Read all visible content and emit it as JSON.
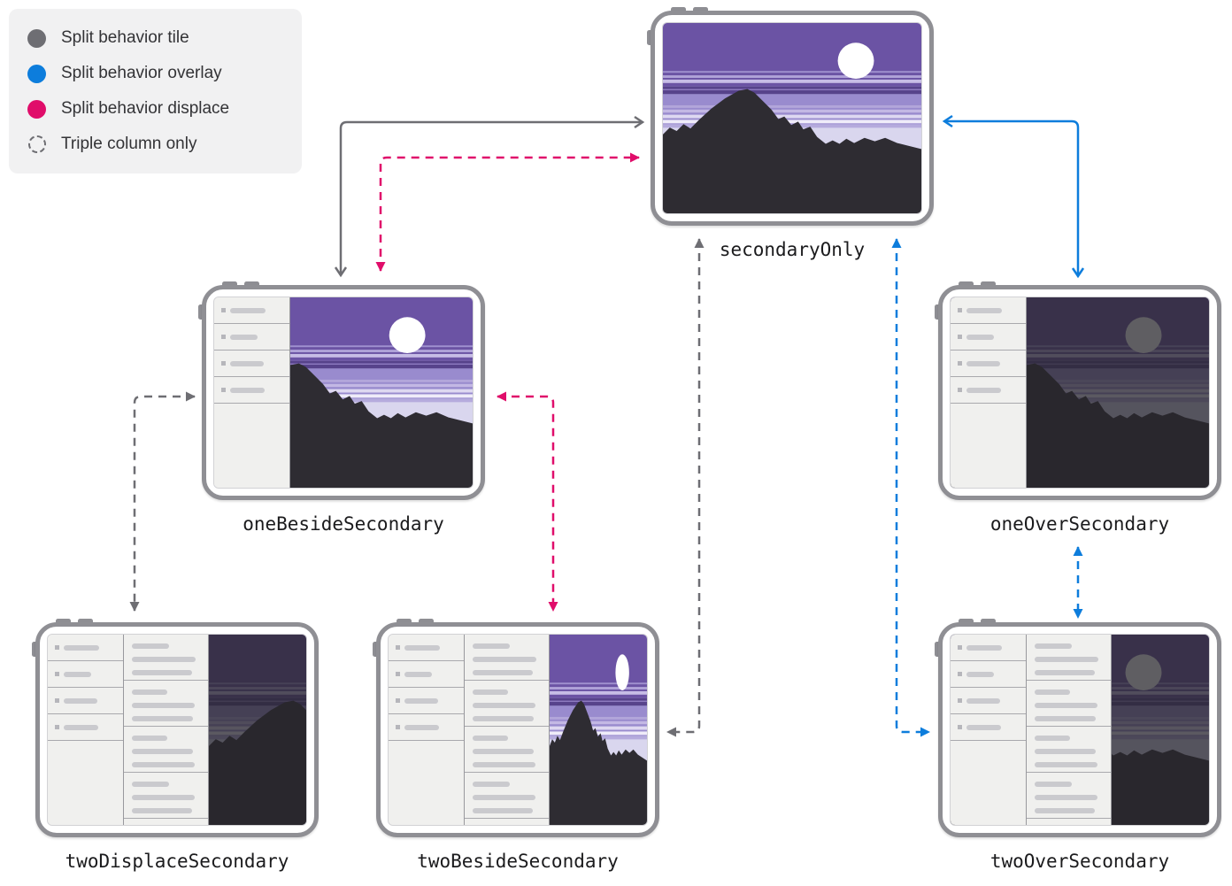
{
  "legend": {
    "items": [
      {
        "label": "Split behavior tile",
        "marker": "filled-circle",
        "color": "#6e6e73"
      },
      {
        "label": "Split behavior overlay",
        "marker": "filled-circle",
        "color": "#0d7ddc"
      },
      {
        "label": "Split behavior displace",
        "marker": "filled-circle",
        "color": "#e00d6a"
      },
      {
        "label": "Triple column only",
        "marker": "dashed-circle",
        "color": "#6e6e73"
      }
    ]
  },
  "devices": [
    {
      "id": "secondaryOnly",
      "label": "secondaryOnly",
      "columns": [],
      "secondary_image": "mountain artwork, full screen, bright"
    },
    {
      "id": "oneBesideSecondary",
      "label": "oneBesideSecondary",
      "columns": [
        "primary"
      ],
      "secondary_image": "mountain artwork beside one sidebar, bright"
    },
    {
      "id": "oneOverSecondary",
      "label": "oneOverSecondary",
      "columns": [
        "primary"
      ],
      "secondary_image": "mountain artwork dimmed under overlaying sidebar"
    },
    {
      "id": "twoDisplaceSecondary",
      "label": "twoDisplaceSecondary",
      "columns": [
        "primary",
        "supplementary"
      ],
      "secondary_image": "mountain artwork dimmed and displaced to the right"
    },
    {
      "id": "twoBesideSecondary",
      "label": "twoBesideSecondary",
      "columns": [
        "primary",
        "supplementary"
      ],
      "secondary_image": "mountain artwork squeezed beside two sidebars, bright"
    },
    {
      "id": "twoOverSecondary",
      "label": "twoOverSecondary",
      "columns": [
        "primary",
        "supplementary"
      ],
      "secondary_image": "mountain artwork dimmed under two overlaying sidebars"
    }
  ],
  "connections": [
    {
      "from": "oneBesideSecondary",
      "to": "secondaryOnly",
      "behavior": "tile",
      "line": "solid",
      "triple_column_only": false,
      "bidirectional": true
    },
    {
      "from": "oneBesideSecondary",
      "to": "secondaryOnly",
      "behavior": "displace",
      "line": "dashed",
      "triple_column_only": true,
      "bidirectional": true
    },
    {
      "from": "oneOverSecondary",
      "to": "secondaryOnly",
      "behavior": "overlay",
      "line": "solid",
      "triple_column_only": false,
      "bidirectional": true
    },
    {
      "from": "twoBesideSecondary",
      "to": "secondaryOnly",
      "behavior": "tile",
      "line": "dashed",
      "triple_column_only": true,
      "bidirectional": true
    },
    {
      "from": "twoOverSecondary",
      "to": "secondaryOnly",
      "behavior": "overlay",
      "line": "dashed",
      "triple_column_only": true,
      "bidirectional": true
    },
    {
      "from": "twoDisplaceSecondary",
      "to": "oneBesideSecondary",
      "behavior": "tile",
      "line": "dashed",
      "triple_column_only": true,
      "bidirectional": true
    },
    {
      "from": "twoBesideSecondary",
      "to": "oneBesideSecondary",
      "behavior": "displace",
      "line": "dashed",
      "triple_column_only": true,
      "bidirectional": true
    },
    {
      "from": "twoOverSecondary",
      "to": "oneOverSecondary",
      "behavior": "overlay",
      "line": "dashed",
      "triple_column_only": true,
      "bidirectional": true
    }
  ]
}
